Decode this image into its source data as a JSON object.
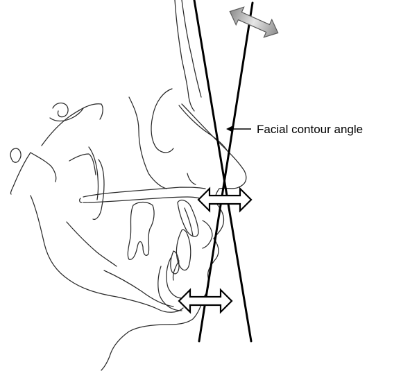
{
  "annotation": {
    "label": "Facial contour angle"
  },
  "colors": {
    "line": "#000000",
    "tracing": "#2a2a2a",
    "grey_arrow_light": "#e6e6e6",
    "grey_arrow_dark": "#8c8c8c",
    "background": "#ffffff"
  },
  "icons": {
    "top_arrow": "double-headed-arrow-grey",
    "lip_arrow": "double-headed-arrow-outline",
    "chin_arrow": "double-headed-arrow-outline",
    "pointer": "left-arrow-pointer"
  }
}
